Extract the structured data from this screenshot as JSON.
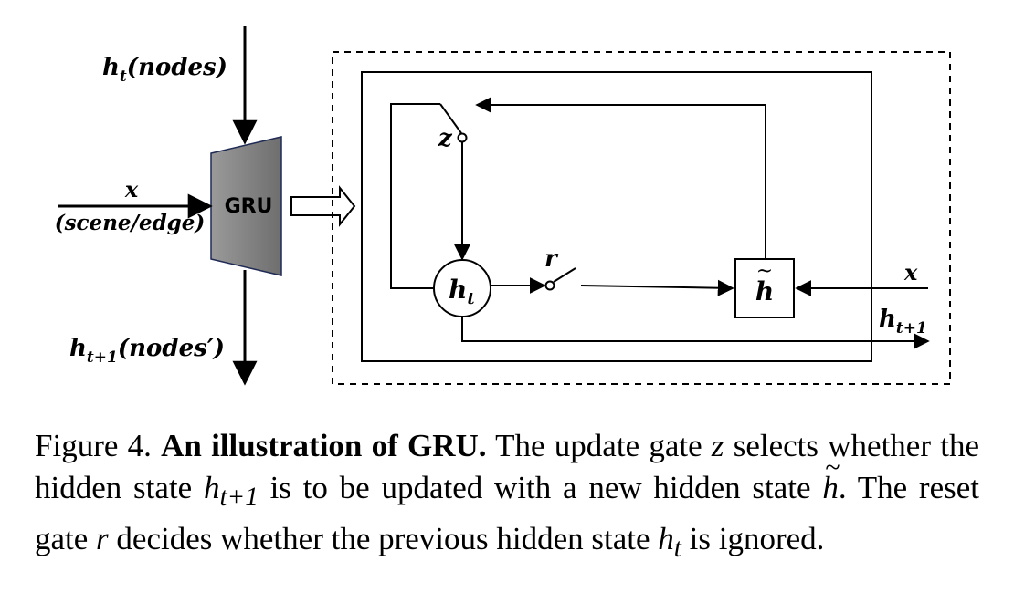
{
  "diagram": {
    "input_top_label_h": "h",
    "input_top_label_sub": "t",
    "input_top_label_rest": "(nodes)",
    "input_left_label_x": "x",
    "input_left_label_paren": "(scene/edge)",
    "output_bottom_label_h": "h",
    "output_bottom_label_sub": "t+1",
    "output_bottom_label_rest": "(nodes′)",
    "gru_block_label": "GRU",
    "update_gate_label": "z",
    "reset_gate_label": "r",
    "state_node_h": "h",
    "state_node_sub": "t",
    "candidate_label": "h",
    "candidate_tilde": "~",
    "candidate_input_label": "x",
    "output_right_h": "h",
    "output_right_sub": "t+1"
  },
  "caption": {
    "prefix": "Figure 4. ",
    "title": "An illustration of GRU.",
    "t1": " The update gate ",
    "z": "z",
    "t2": " selects whether the hidden state ",
    "h1": "h",
    "h1sub": "t+1",
    "t3": " is to be updated with a new hidden state ",
    "htilde": "h",
    "t4": ". The reset gate ",
    "r": "r",
    "t5": " decides whether the previous hidden state ",
    "h2": "h",
    "h2sub": "t",
    "t6": " is ignored."
  }
}
